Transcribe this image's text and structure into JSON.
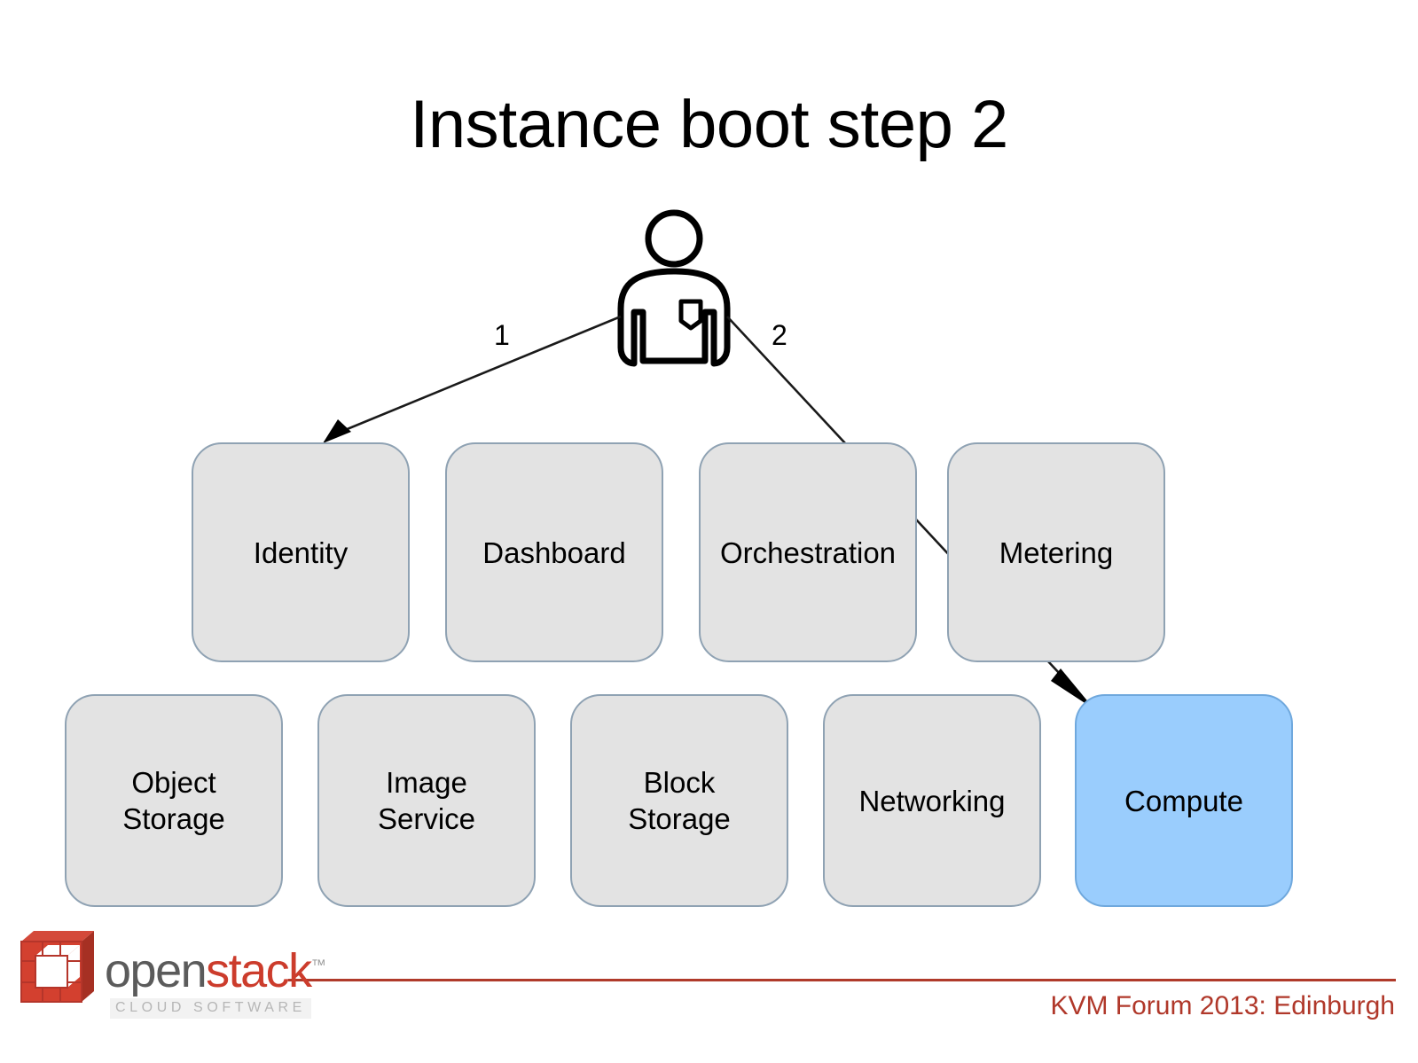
{
  "slide": {
    "title": "Instance boot step 2",
    "background_color": "#ffffff"
  },
  "actor": {
    "icon_name": "user-person-icon",
    "stroke_color": "#000000"
  },
  "flows": [
    {
      "number": "1",
      "target": "Identity"
    },
    {
      "number": "2",
      "target": "Compute"
    }
  ],
  "services": {
    "box_fill": "#e3e3e3",
    "box_border": "#8fa2b3",
    "highlight_fill": "#9acdfd",
    "highlight_border": "#6fa8dd",
    "row_top": [
      {
        "label": "Identity",
        "highlighted": false
      },
      {
        "label": "Dashboard",
        "highlighted": false
      },
      {
        "label": "Orchestration",
        "highlighted": false
      },
      {
        "label": "Metering",
        "highlighted": false
      }
    ],
    "row_bottom": [
      {
        "label": "Object\nStorage",
        "highlighted": false
      },
      {
        "label": "Image\nService",
        "highlighted": false
      },
      {
        "label": "Block\nStorage",
        "highlighted": false
      },
      {
        "label": "Networking",
        "highlighted": false
      },
      {
        "label": "Compute",
        "highlighted": true
      }
    ]
  },
  "footer": {
    "venue": "KVM Forum 2013: Edinburgh",
    "rule_color": "#b03a2a",
    "logo": {
      "word_a": "open",
      "word_b": "stack",
      "trademark": "™",
      "tagline": "CLOUD SOFTWARE",
      "mark_color": "#cc3c2c"
    }
  }
}
